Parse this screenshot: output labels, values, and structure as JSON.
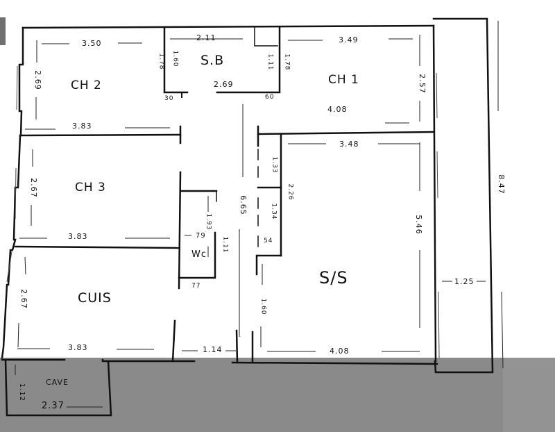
{
  "plan": {
    "rooms": {
      "ch2": "CH 2",
      "sb": "S.B",
      "ch1": "CH 1",
      "ch3": "CH   3",
      "wc": "Wc",
      "cuis": "CUIS",
      "ss": "S/S",
      "cave": "CAVE"
    },
    "dimensions": {
      "ch2_width": "3.50",
      "ch2_depth": "2.69",
      "ch2_bottom_width": "3.83",
      "sb_top_width": "2.11",
      "sb_inner_width": "2.69",
      "sb_left_height": "1.60",
      "sb_right_height": "1.11",
      "sb_wall_height": "1.78",
      "sb_bottom_left": "30",
      "sb_bottom_right": "60",
      "ch1_width": "3.49",
      "ch1_bottom_width": "4.08",
      "ch1_depth": "2.57",
      "ch1_left": "1.78",
      "ch3_depth": "2.67",
      "ch3_bottom_width": "3.83",
      "corridor_length": "6.65",
      "closet_top": "1.33",
      "closet_side": "2.26",
      "closet_bottom": "1.34",
      "closet_small": "54",
      "wc_height": "1.93",
      "wc_width": "79",
      "wc_side": "1.11",
      "wc_bottom": "77",
      "ss_width": "3.48",
      "ss_depth": "5.46",
      "ss_entry": "1.60",
      "ss_bottom_width": "4.08",
      "cuis_depth": "2.67",
      "cuis_width": "3.83",
      "hall_width": "1.14",
      "balcony_width": "1.25",
      "overall_height": "8.47",
      "cave_height": "1.12",
      "cave_width": "2.37"
    }
  }
}
